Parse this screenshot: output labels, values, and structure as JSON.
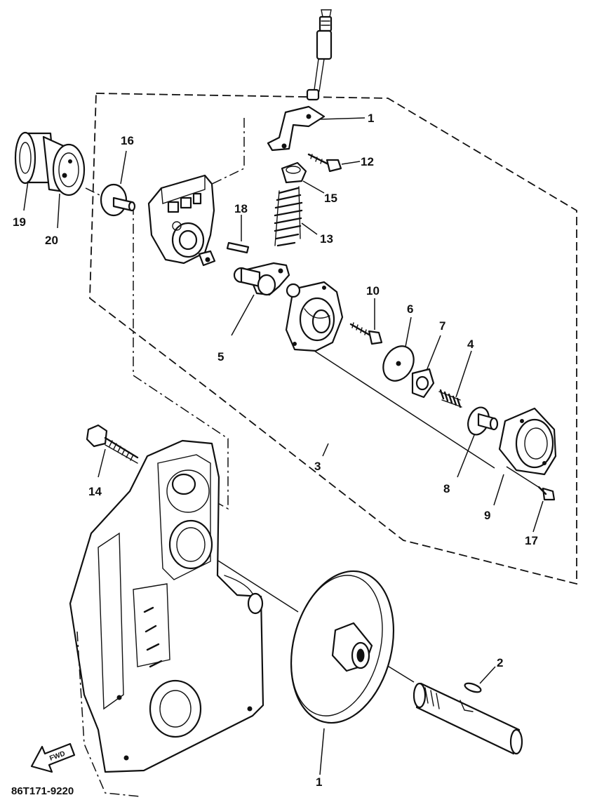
{
  "diagram": {
    "drawing_code": "86T171-9220",
    "direction_label": "FWD",
    "callouts": [
      "1",
      "2",
      "3",
      "4",
      "5",
      "6",
      "7",
      "8",
      "9",
      "10",
      "12",
      "13",
      "14",
      "15",
      "16",
      "17",
      "18",
      "19",
      "20"
    ],
    "callout_1_tick": "1"
  }
}
